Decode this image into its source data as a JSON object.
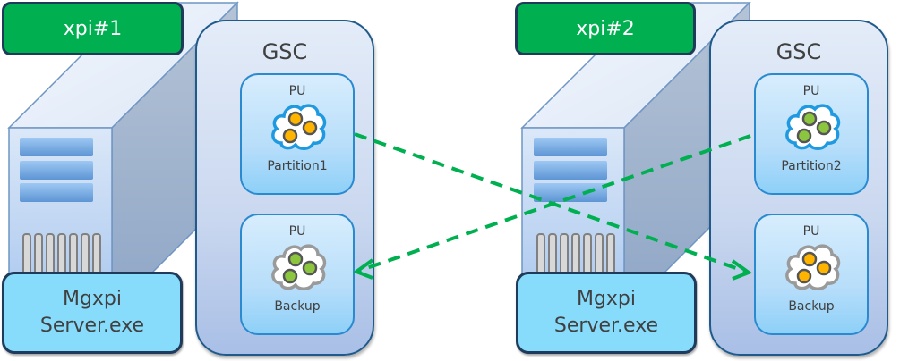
{
  "nodes": [
    {
      "label": "xpi#1",
      "process": {
        "line1": "Mgxpi",
        "line2": "Server.exe"
      },
      "container": {
        "title": "GSC",
        "units": [
          {
            "title": "PU",
            "name": "Partition1",
            "role": "primary",
            "data_color": "#ffb400",
            "cloud_border": "#1f9ae0"
          },
          {
            "title": "PU",
            "name": "Backup",
            "role": "backup",
            "data_color": "#8cc63f",
            "cloud_border": "#9a9a9a"
          }
        ]
      }
    },
    {
      "label": "xpi#2",
      "process": {
        "line1": "Mgxpi",
        "line2": "Server.exe"
      },
      "container": {
        "title": "GSC",
        "units": [
          {
            "title": "PU",
            "name": "Partition2",
            "role": "primary",
            "data_color": "#8cc63f",
            "cloud_border": "#1f9ae0"
          },
          {
            "title": "PU",
            "name": "Backup",
            "role": "backup",
            "data_color": "#ffb400",
            "cloud_border": "#9a9a9a"
          }
        ]
      }
    }
  ],
  "connections": [
    {
      "from": "xpi#1 Partition1",
      "to": "xpi#2 Backup",
      "style": "dashed",
      "color": "#00b050"
    },
    {
      "from": "xpi#2 Partition2",
      "to": "xpi#1 Backup",
      "style": "dashed",
      "color": "#00b050"
    }
  ],
  "colors": {
    "label_bg": "#00b050",
    "process_bg": "#87dcfc",
    "border_dark": "#1f3a5a",
    "arrow": "#00b050"
  }
}
